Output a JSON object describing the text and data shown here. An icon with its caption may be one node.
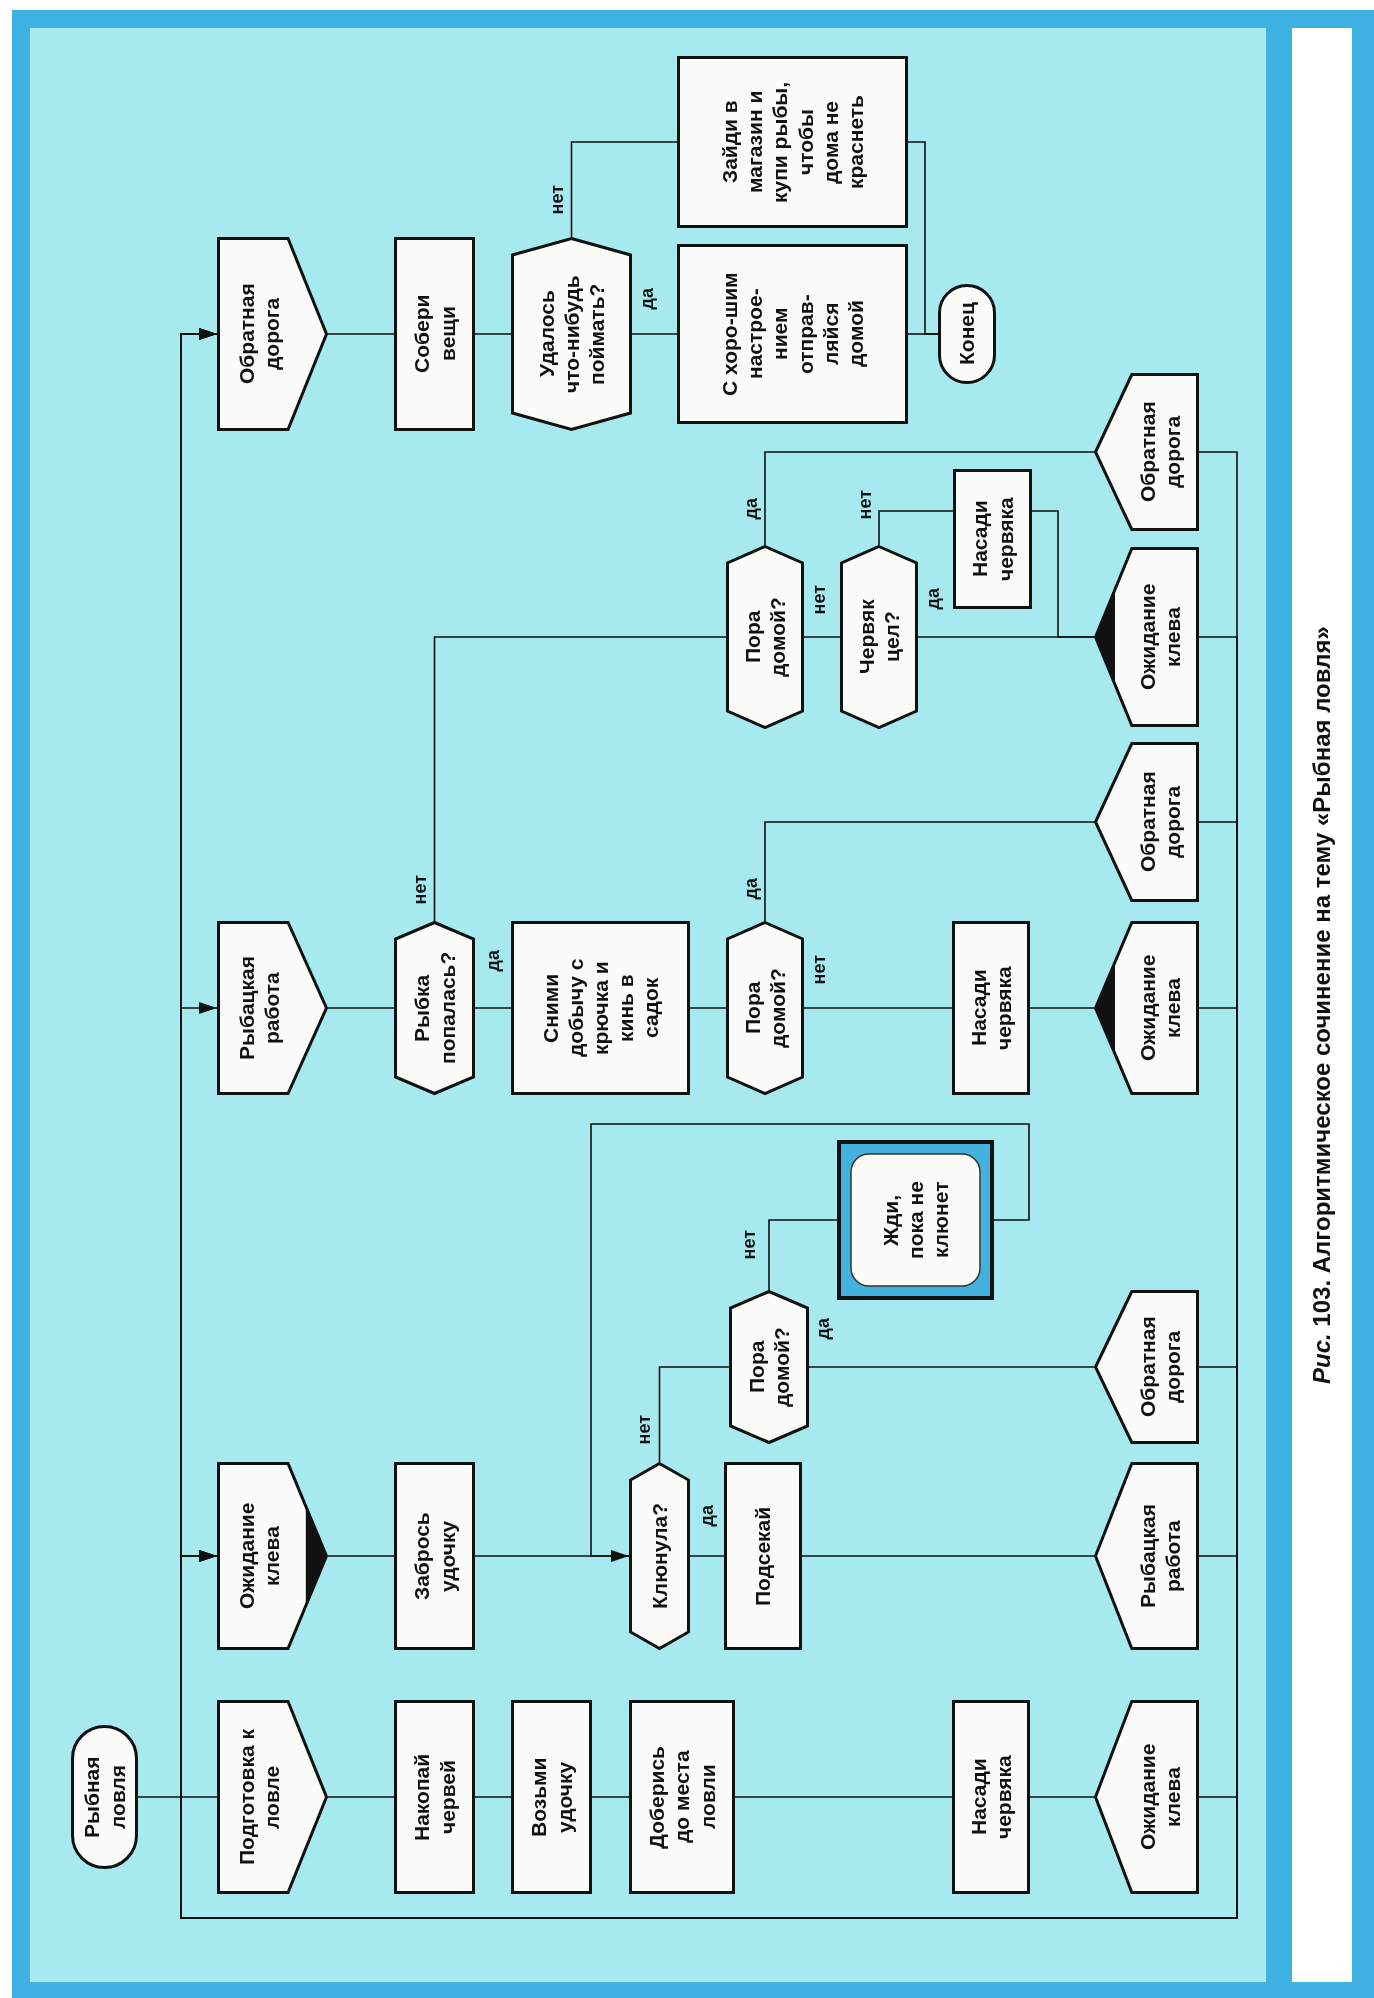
{
  "diagram": {
    "caption": "*Рис.* 103. Алгоритмическое сочинение на тему «Рыбная ловля»",
    "nodes": [
      {
        "text": [
          "Рыбная ловля"
        ]
      },
      {
        "text": [
          "Подготовка к ловле"
        ]
      },
      {
        "text": [
          "Ожидание клева"
        ]
      },
      {
        "text": [
          "Рыбацкая работа"
        ]
      },
      {
        "text": [
          "Обратная дорога"
        ]
      },
      {
        "text": [
          "Накопай червей"
        ]
      },
      {
        "text": [
          "Возьми удочку"
        ]
      },
      {
        "text": [
          "Доберись до места ловли"
        ]
      },
      {
        "text": [
          "Насади червяка"
        ]
      },
      {
        "text": [
          "Ожидание клева"
        ]
      },
      {
        "text": [
          "Забрось удочку"
        ]
      },
      {
        "text": [
          "Клюнула?"
        ]
      },
      {
        "text": [
          "Подсекай"
        ]
      },
      {
        "text": [
          "Рыбацкая работа"
        ]
      },
      {
        "text": [
          "Пора домой?"
        ]
      },
      {
        "text": [
          "Жди, пока не клюнет"
        ]
      },
      {
        "text": [
          "Обратная дорога"
        ]
      },
      {
        "text": [
          "Рыбка попалась?"
        ]
      },
      {
        "text": [
          "Сними добычу с крючка и кинь в садок"
        ]
      },
      {
        "text": [
          "Пора домой?"
        ]
      },
      {
        "text": [
          "Насади червяка"
        ]
      },
      {
        "text": [
          "Ожидание клева"
        ]
      },
      {
        "text": [
          "Обратная дорога"
        ]
      },
      {
        "text": [
          "Пора домой?"
        ]
      },
      {
        "text": [
          "Червяк цел?"
        ]
      },
      {
        "text": [
          "Насади червяка"
        ]
      },
      {
        "text": [
          "Ожидание клева"
        ]
      },
      {
        "text": [
          "Обратная дорога"
        ]
      },
      {
        "text": [
          "Собери вещи"
        ]
      },
      {
        "text": [
          "Удалось что-нибудь поймать?"
        ]
      },
      {
        "text": [
          "С хоро-шим настрое-нием отправ-ляйся домой"
        ]
      },
      {
        "text": [
          "Зайди в магазин и купи рыбы, чтобы дома не краснеть"
        ]
      },
      {
        "text": [
          "Конец"
        ]
      }
    ],
    "edges": [
      {
        "from": 0,
        "to": 1,
        "arrow": "none"
      },
      {
        "from": 1,
        "to": 5,
        "arrow": "none"
      },
      {
        "from": 5,
        "to": 6,
        "arrow": "none"
      },
      {
        "from": 6,
        "to": 7,
        "arrow": "none"
      },
      {
        "from": 7,
        "to": 8,
        "arrow": "none"
      },
      {
        "from": 8,
        "to": 9,
        "arrow": "none"
      },
      {
        "from": 9,
        "to": 2,
        "arrow": "to"
      },
      {
        "from": 2,
        "to": 10,
        "arrow": "none"
      },
      {
        "from": 10,
        "to": 11,
        "arrow": "none"
      },
      {
        "from": 11,
        "to": 12,
        "arrow": "none",
        "label": "да"
      },
      {
        "from": 12,
        "to": 13,
        "arrow": "none"
      },
      {
        "from": 13,
        "to": 3,
        "arrow": "to"
      },
      {
        "from": 11,
        "to": 14,
        "arrow": "none",
        "label": "нет"
      },
      {
        "from": 14,
        "to": 16,
        "arrow": "none",
        "label": "да"
      },
      {
        "from": 14,
        "to": 15,
        "arrow": "none",
        "label": "нет"
      },
      {
        "from": 15,
        "to": 11,
        "arrow": "to"
      },
      {
        "from": 16,
        "to": 4,
        "arrow": "to"
      },
      {
        "from": 3,
        "to": 17,
        "arrow": "none"
      },
      {
        "from": 17,
        "to": 18,
        "arrow": "none",
        "label": "да"
      },
      {
        "from": 18,
        "to": 19,
        "arrow": "none"
      },
      {
        "from": 19,
        "to": 20,
        "arrow": "none",
        "label": "нет"
      },
      {
        "from": 20,
        "to": 21,
        "arrow": "none"
      },
      {
        "from": 21,
        "to": 2,
        "arrow": "to"
      },
      {
        "from": 19,
        "to": 22,
        "arrow": "none",
        "label": "да"
      },
      {
        "from": 22,
        "to": 4,
        "arrow": "to"
      },
      {
        "from": 17,
        "to": 23,
        "arrow": "none",
        "label": "нет"
      },
      {
        "from": 23,
        "to": 24,
        "arrow": "none",
        "label": "нет"
      },
      {
        "from": 24,
        "to": 26,
        "arrow": "none",
        "label": "да"
      },
      {
        "from": 24,
        "to": 25,
        "arrow": "none",
        "label": "нет"
      },
      {
        "from": 25,
        "to": 26,
        "arrow": "none"
      },
      {
        "from": 26,
        "to": 2,
        "arrow": "to"
      },
      {
        "from": 23,
        "to": 27,
        "arrow": "none",
        "label": "да"
      },
      {
        "from": 27,
        "to": 4,
        "arrow": "to"
      },
      {
        "from": 4,
        "to": 28,
        "arrow": "none"
      },
      {
        "from": 28,
        "to": 29,
        "arrow": "none"
      },
      {
        "from": 29,
        "to": 30,
        "arrow": "none",
        "label": "да"
      },
      {
        "from": 29,
        "to": 31,
        "arrow": "none",
        "label": "нет"
      },
      {
        "from": 30,
        "to": 32,
        "arrow": "none"
      },
      {
        "from": 31,
        "to": 32,
        "arrow": "none"
      }
    ]
  }
}
